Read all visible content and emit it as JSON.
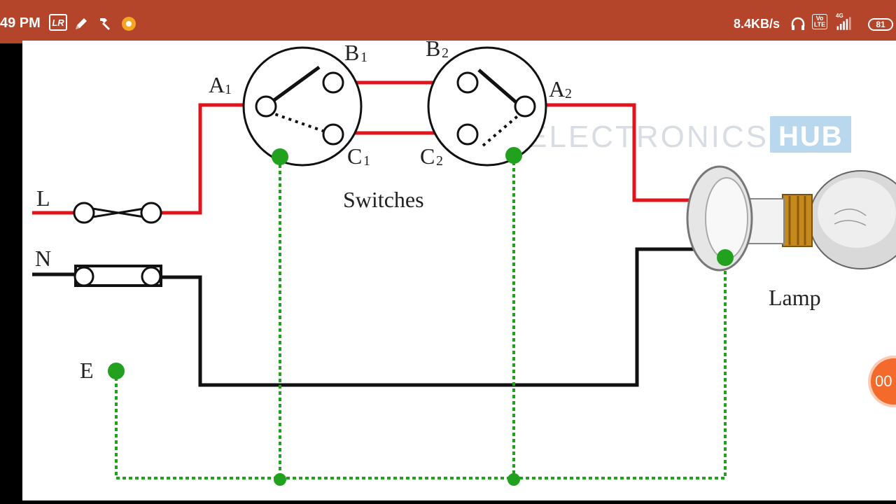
{
  "status_bar": {
    "time": "49 PM",
    "lr_label": "LR",
    "net_speed": "8.4KB/s",
    "volte_label": "Vo LTE",
    "network_label": "4G",
    "battery": "81"
  },
  "diagram": {
    "live_label": "L",
    "neutral_label": "N",
    "earth_label": "E",
    "a1_label": "A",
    "a1_sub": "1",
    "b1_label": "B",
    "b1_sub": "1",
    "c1_label": "C",
    "c1_sub": "1",
    "b2_label": "B",
    "b2_sub": "2",
    "a2_label": "A",
    "a2_sub": "2",
    "c2_label": "C",
    "c2_sub": "2",
    "switches_label": "Switches",
    "lamp_label": "Lamp",
    "watermark": "ELECTRONICS",
    "watermark_hub": "HUB"
  },
  "overlay": {
    "floating_button": "00"
  },
  "colors": {
    "status_bar": "#b4452a",
    "live_wire": "#e0141c",
    "neutral_wire": "#111111",
    "earth_wire": "#22a11e",
    "watermark_badge": "#b9d8ee"
  }
}
